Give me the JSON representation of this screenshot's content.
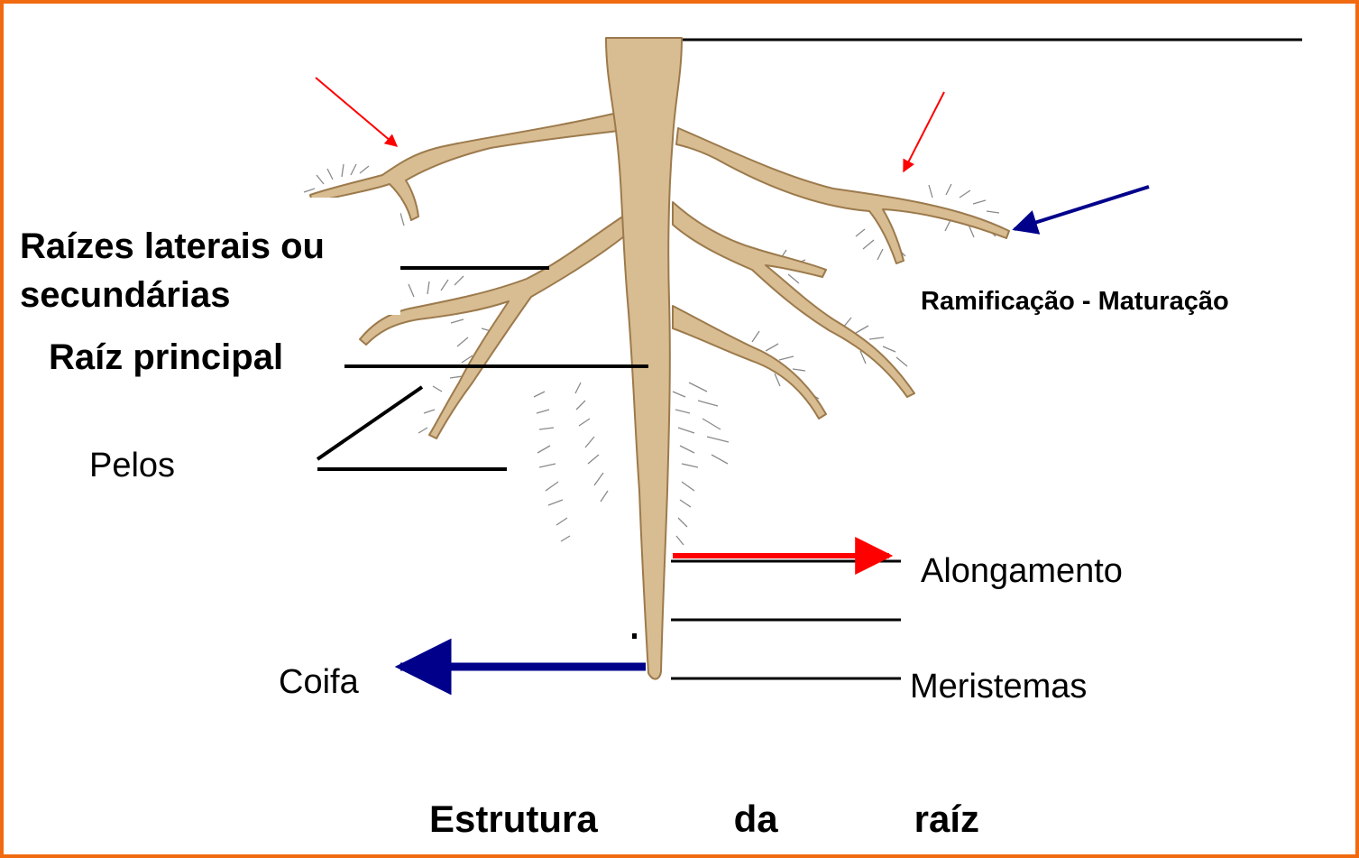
{
  "labels": {
    "raizes_laterais": "Raízes laterais ou\nsecundárias",
    "raiz_principal": "Raíz principal",
    "pelos": "Pelos",
    "ramificacao_maturacao": "Ramificação - Maturação",
    "alongamento": "Alongamento",
    "meristemas": "Meristemas",
    "coifa": "Coifa"
  },
  "title": {
    "word1": "Estrutura",
    "word2": "da",
    "word3": "raíz"
  },
  "colors": {
    "border": "#f06a0f",
    "root": "#d8bc92",
    "root_outline": "#9c7a4c",
    "arrow_red": "#ff0000",
    "arrow_blue": "#00008b"
  }
}
